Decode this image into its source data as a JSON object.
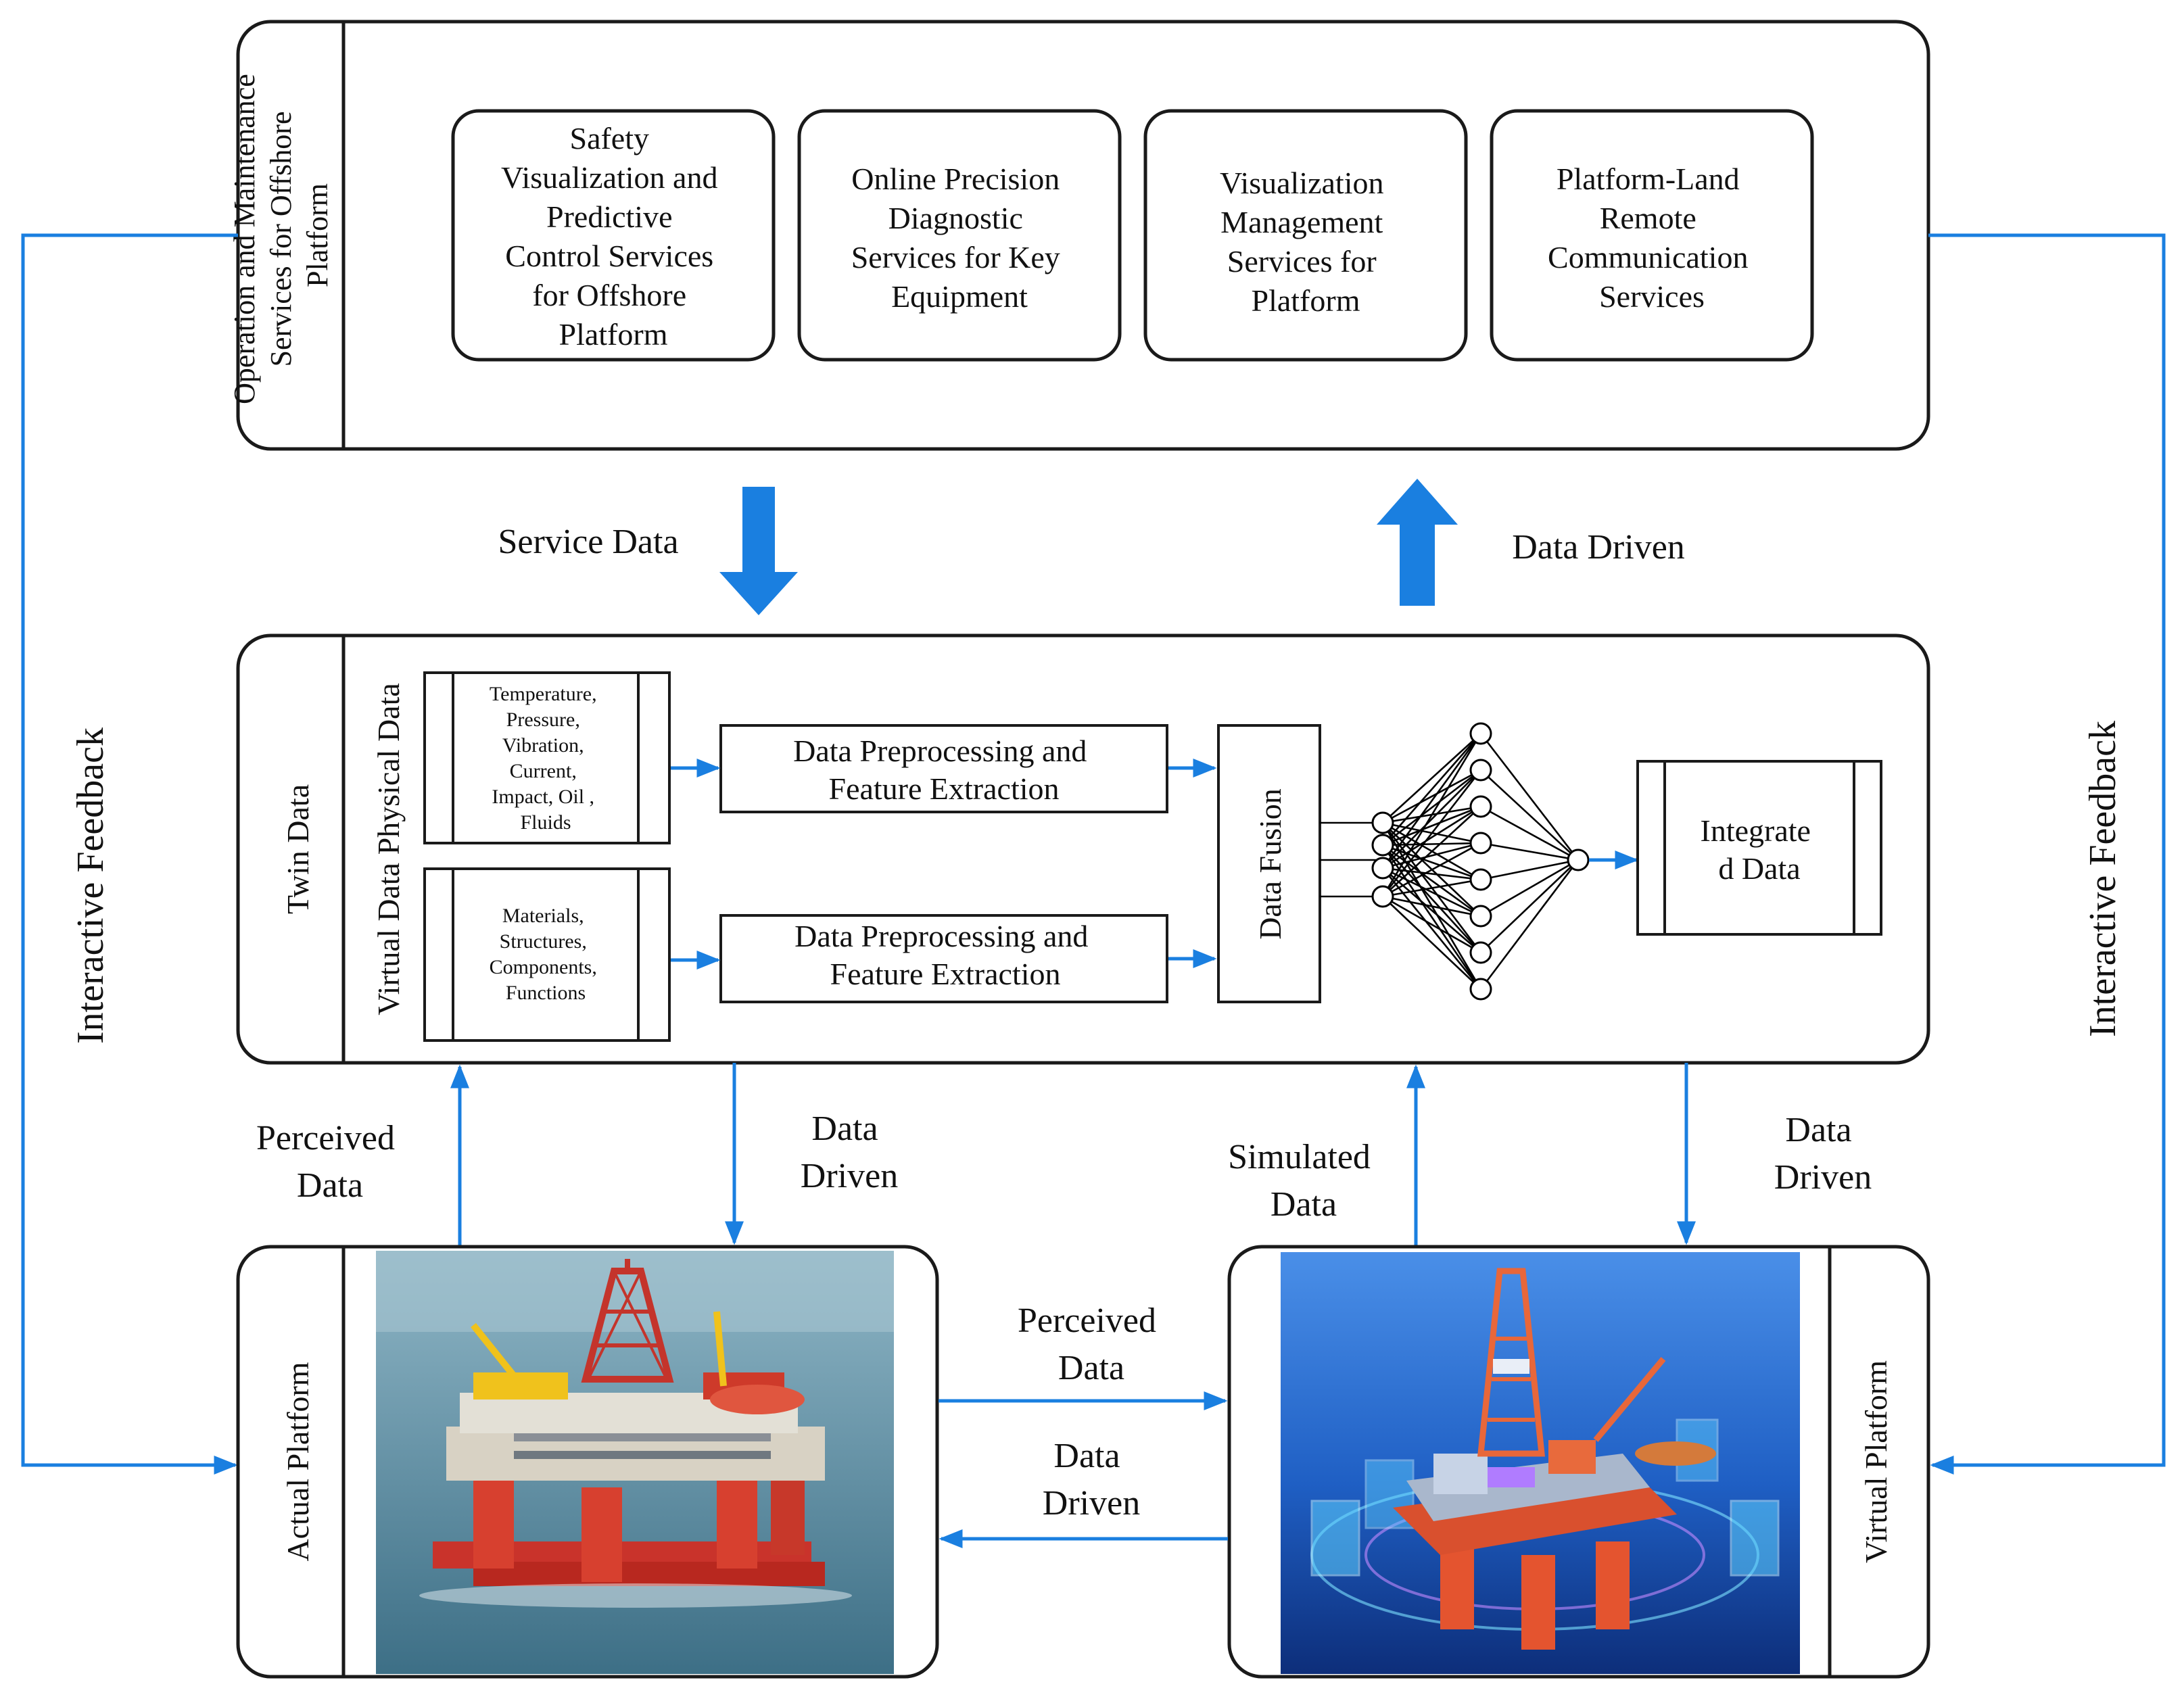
{
  "services": {
    "title_lines": [
      "Operation and Maintenance",
      "Services  for Offshore",
      "Platform"
    ],
    "items": [
      {
        "lines": [
          "Safety",
          "Visualization and",
          "Predictive",
          "Control Services",
          "for Offshore",
          "Platform"
        ]
      },
      {
        "lines": [
          "Online Precision",
          "Diagnostic",
          "Services for Key",
          "Equipment"
        ]
      },
      {
        "lines": [
          "Visualization",
          "Management",
          "Services for",
          "Platform"
        ]
      },
      {
        "lines": [
          "Platform-Land",
          "Remote",
          "Communication",
          "Services"
        ]
      }
    ]
  },
  "arrows": {
    "service_data": "Service Data",
    "data_driven_top": "Data Driven",
    "feedback_left": "Interactive Feedback",
    "feedback_right": "Interactive Feedback",
    "perceived_left": [
      "Perceived",
      "Data"
    ],
    "driven_left": [
      "Data",
      "Driven"
    ],
    "simulated_right": [
      "Simulated",
      "Data"
    ],
    "driven_right": [
      "Data",
      "Driven"
    ],
    "perceived_mid": [
      "Perceived",
      "Data"
    ],
    "driven_mid": [
      "Data",
      "Driven"
    ]
  },
  "twin": {
    "title": "Twin Data",
    "side_label": "Virtual Data Physical Data",
    "physical_lines": [
      "Temperature,",
      "Pressure,",
      "Vibration,",
      "Current,",
      "Impact, Oil ,",
      "Fluids"
    ],
    "virtual_lines": [
      "Materials,",
      "Structures,",
      "Components,",
      "Functions"
    ],
    "preprocess_top": [
      "Data Preprocessing and",
      "Feature Extraction"
    ],
    "preprocess_bottom": [
      "Data Preprocessing and",
      "Feature Extraction"
    ],
    "fusion": "Data Fusion",
    "integrated": [
      "Integrate",
      "d Data"
    ]
  },
  "platforms": {
    "actual": "Actual Platform",
    "virtual": "Virtual Platform"
  }
}
